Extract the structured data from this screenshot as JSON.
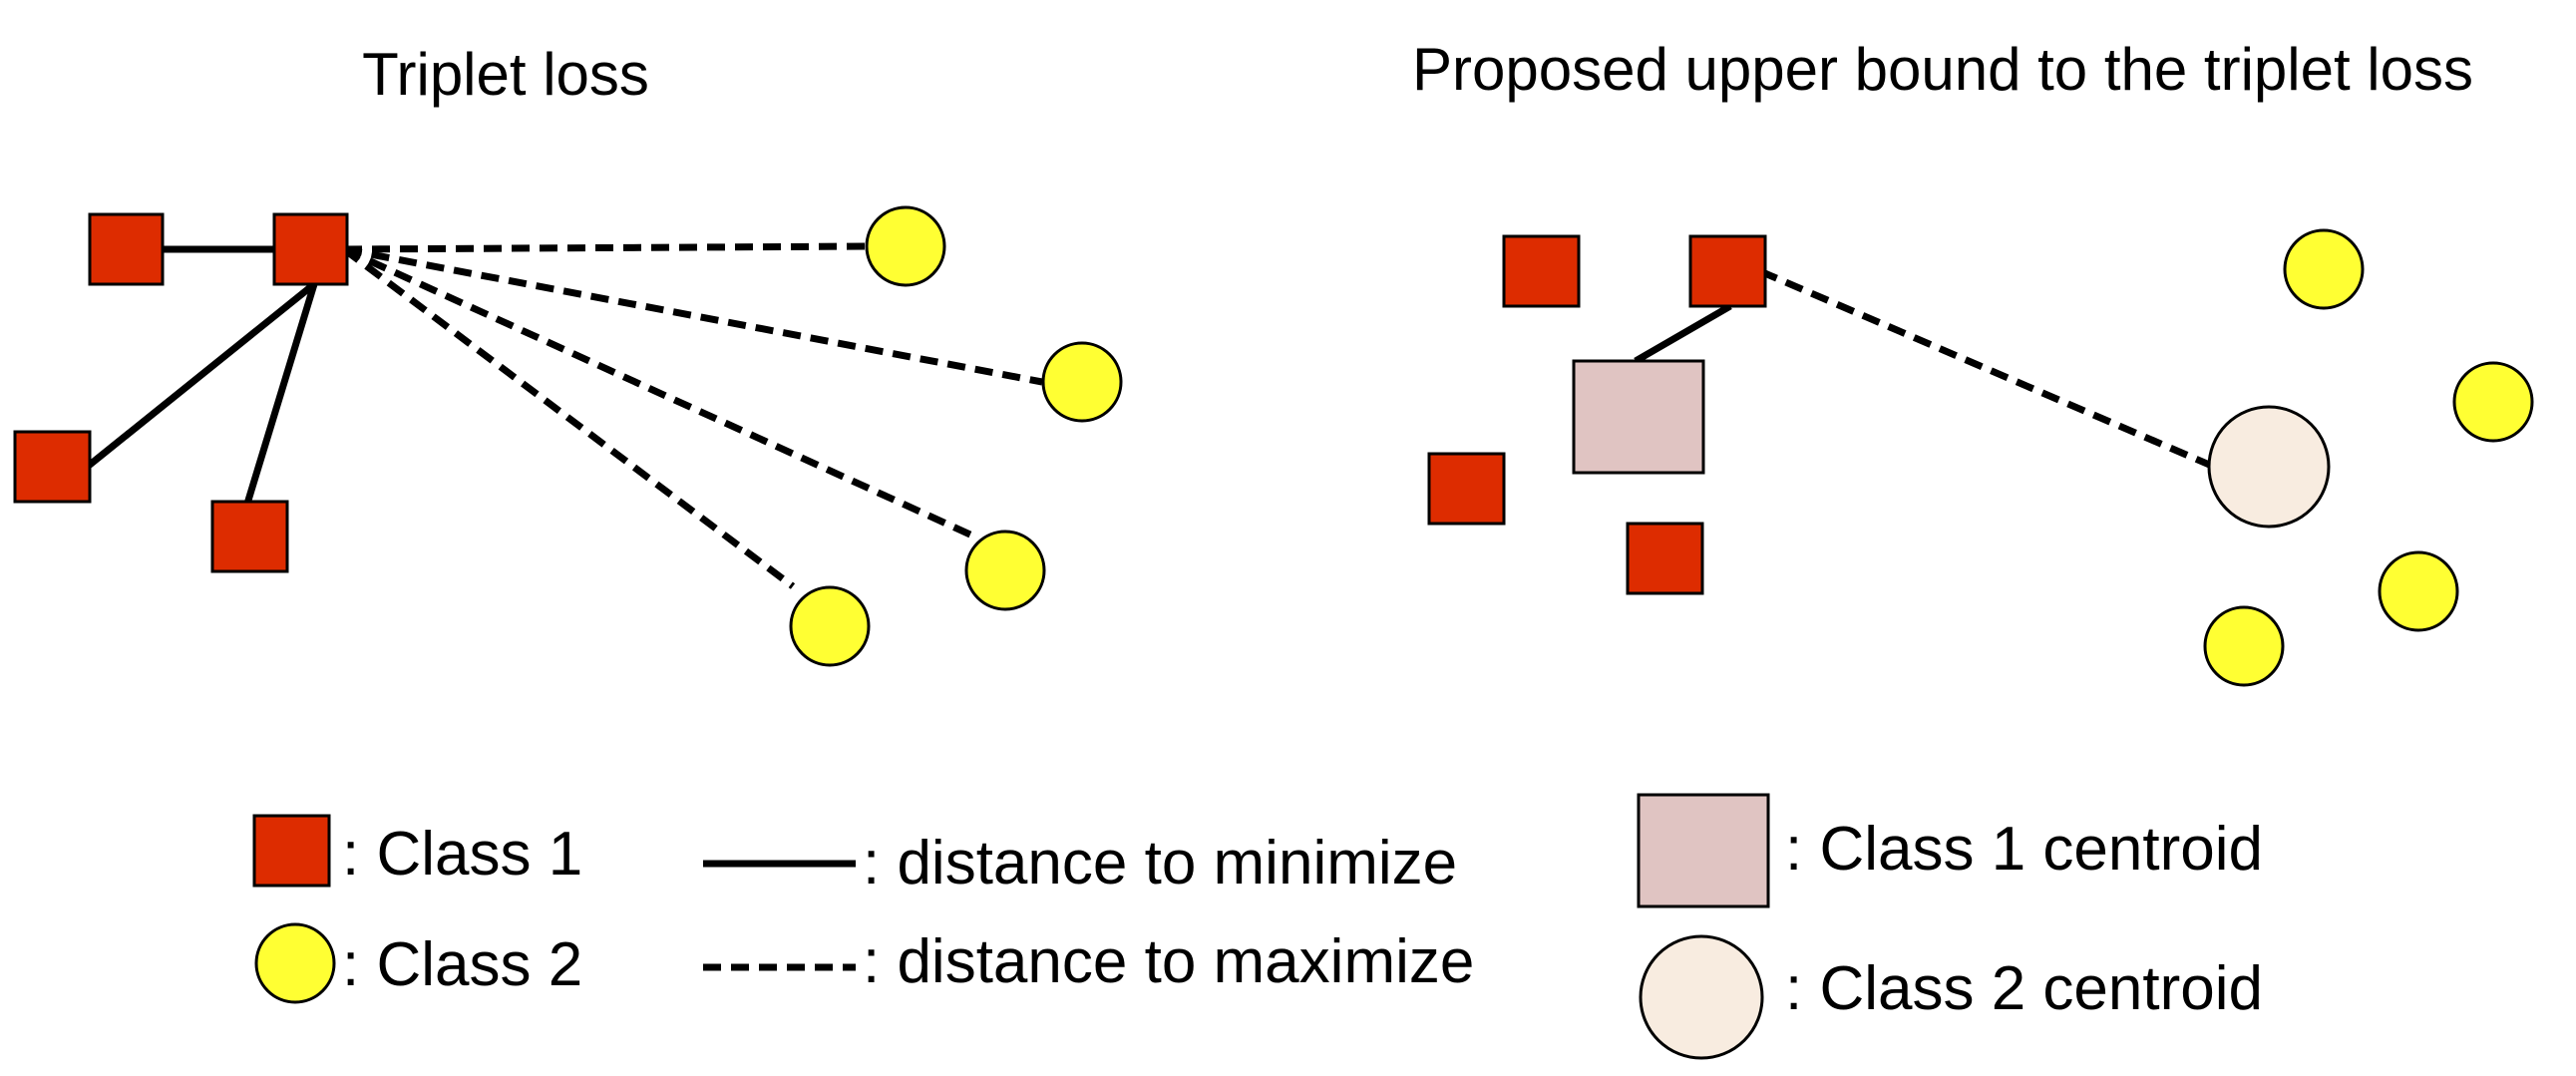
{
  "titles": {
    "left": "Triplet loss",
    "right": "Proposed upper bound to the triplet loss"
  },
  "legend": {
    "class1": ": Class 1",
    "class2": ": Class 2",
    "minimize": ": distance to minimize",
    "maximize": ": distance to maximize",
    "class1_centroid": ": Class 1 centroid",
    "class2_centroid": ": Class 2 centroid"
  },
  "colors": {
    "class1": "#dd2c00",
    "class2": "#ffff33",
    "class1_centroid": "#e0c4c2",
    "class2_centroid": "#f8ece0",
    "line": "#000000"
  }
}
